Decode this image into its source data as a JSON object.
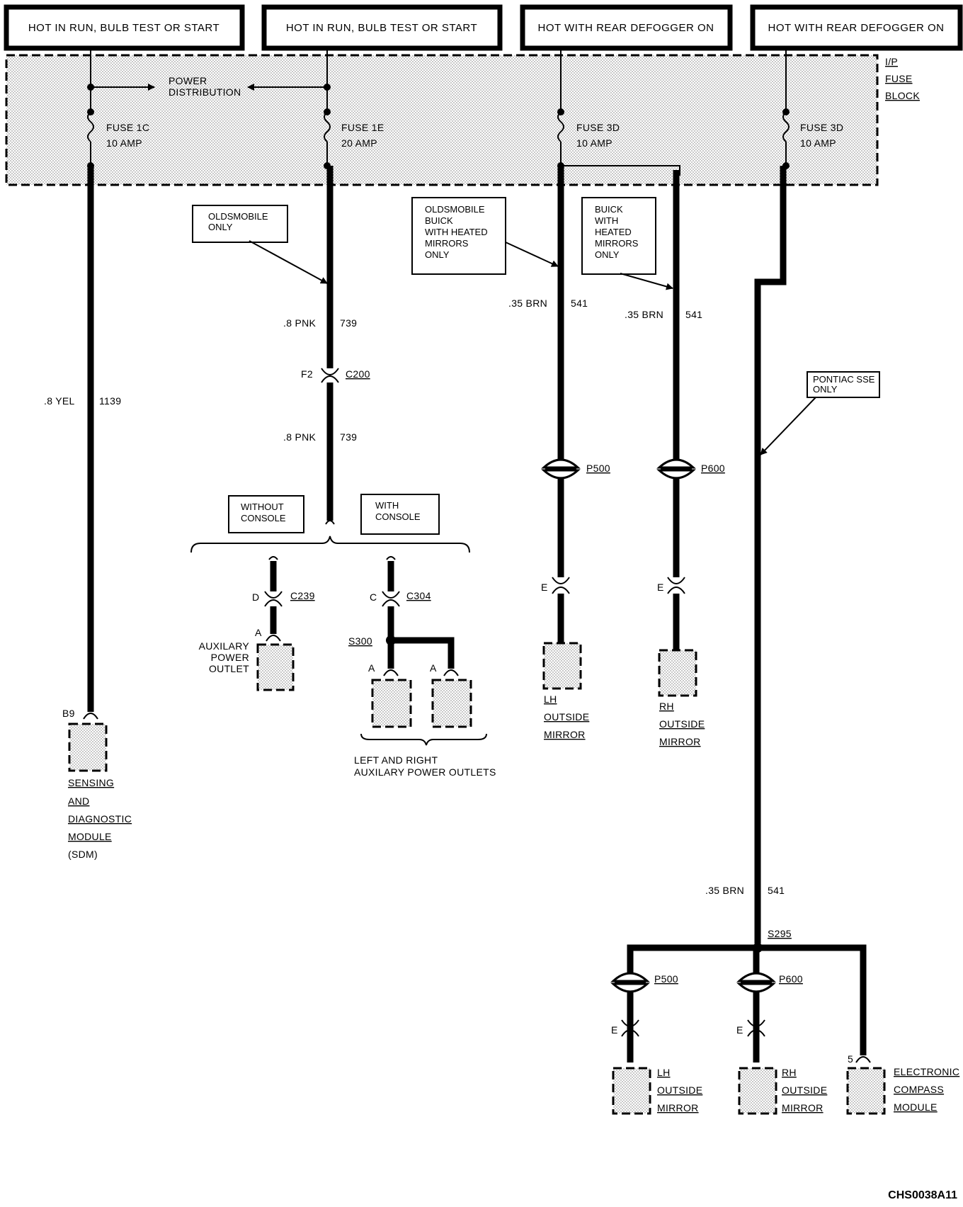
{
  "headers": [
    "HOT IN RUN, BULB TEST OR START",
    "HOT IN RUN, BULB TEST OR START",
    "HOT WITH REAR DEFOGGER ON",
    "HOT WITH REAR DEFOGGER ON"
  ],
  "fuse_block": {
    "line1": "I/P",
    "line2": "FUSE",
    "line3": "BLOCK"
  },
  "power_distribution": {
    "line1": "POWER",
    "line2": "DISTRIBUTION"
  },
  "fuses": [
    {
      "name": "FUSE 1C",
      "rating": "10 AMP"
    },
    {
      "name": "FUSE 1E",
      "rating": "20 AMP"
    },
    {
      "name": "FUSE 3D",
      "rating": "10 AMP"
    },
    {
      "name": "FUSE 3D",
      "rating": "10 AMP"
    }
  ],
  "notes": {
    "olds_only": [
      "OLDSMOBILE",
      "ONLY"
    ],
    "olds_buick": [
      "OLDSMOBILE",
      "BUICK",
      "WITH HEATED",
      "MIRRORS",
      "ONLY"
    ],
    "buick": [
      "BUICK",
      "WITH",
      "HEATED",
      "MIRRORS",
      "ONLY"
    ],
    "pontiac": [
      "PONTIAC SSE",
      "ONLY"
    ],
    "without_console": [
      "WITHOUT",
      "CONSOLE"
    ],
    "with_console": [
      "WITH",
      "CONSOLE"
    ]
  },
  "wires": {
    "w1": {
      "size": ".8 YEL",
      "circuit": "1139"
    },
    "w2a": {
      "size": ".8 PNK",
      "circuit": "739"
    },
    "w2b": {
      "size": ".8 PNK",
      "circuit": "739"
    },
    "w3": {
      "size": ".35 BRN",
      "circuit": "541"
    },
    "w4": {
      "size": ".35 BRN",
      "circuit": "541"
    },
    "w5": {
      "size": ".35 BRN",
      "circuit": "541"
    }
  },
  "connectors": {
    "c200": {
      "pin": "F2",
      "name": "C200"
    },
    "c239": {
      "pin": "D",
      "name": "C239"
    },
    "c304": {
      "pin": "C",
      "name": "C304"
    },
    "p500_top": {
      "name": "P500"
    },
    "p600_top": {
      "name": "P600"
    },
    "p500_bot": {
      "name": "P500"
    },
    "p600_bot": {
      "name": "P600"
    },
    "s300": "S300",
    "s295": "S295",
    "pin_a": "A",
    "pin_e": "E",
    "pin_b9": "B9",
    "pin_5": "5"
  },
  "components": {
    "sdm": [
      "SENSING",
      "AND",
      "DIAGNOSTIC",
      "MODULE",
      "(SDM)"
    ],
    "aux": [
      "AUXILARY",
      "POWER",
      "OUTLET"
    ],
    "lr_aux": [
      "LEFT AND RIGHT",
      "AUXILARY POWER OUTLETS"
    ],
    "lh_mirror": [
      "LH",
      "OUTSIDE",
      "MIRROR"
    ],
    "rh_mirror": [
      "RH",
      "OUTSIDE",
      "MIRROR"
    ],
    "compass": [
      "ELECTRONIC",
      "COMPASS",
      "MODULE"
    ]
  },
  "figure_id": "CHS0038A11"
}
